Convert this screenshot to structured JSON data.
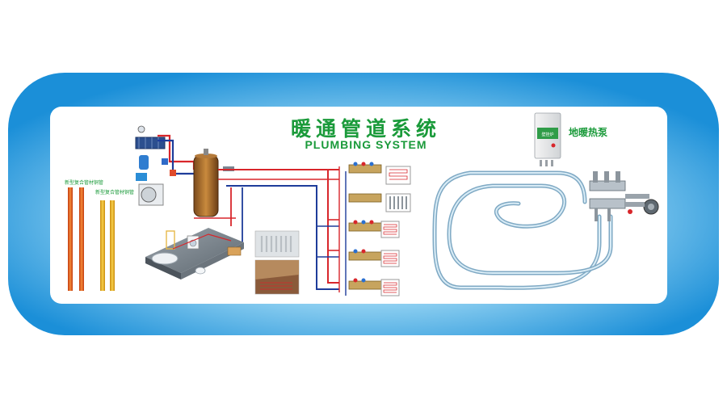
{
  "title": {
    "cn": "暖通管道系统",
    "en": "PLUMBING SYSTEM"
  },
  "pipe_labels": {
    "left_pipe": "新型复合管材铜管",
    "right_pipe": "新型复合管材铜管"
  },
  "floor_heating_label": "地暖热泵",
  "boiler_label": "壁挂炉",
  "colors": {
    "frame_blue": "#1b8fd8",
    "frame_light": "#a9dcf5",
    "title_green": "#1a9a3a",
    "hot_pipe": "#d8262b",
    "cold_pipe": "#1e3c9a",
    "copper_pipe": "#e8641e",
    "yellow_pipe": "#e8b41e",
    "floor_loop": "#9fc6dd"
  }
}
